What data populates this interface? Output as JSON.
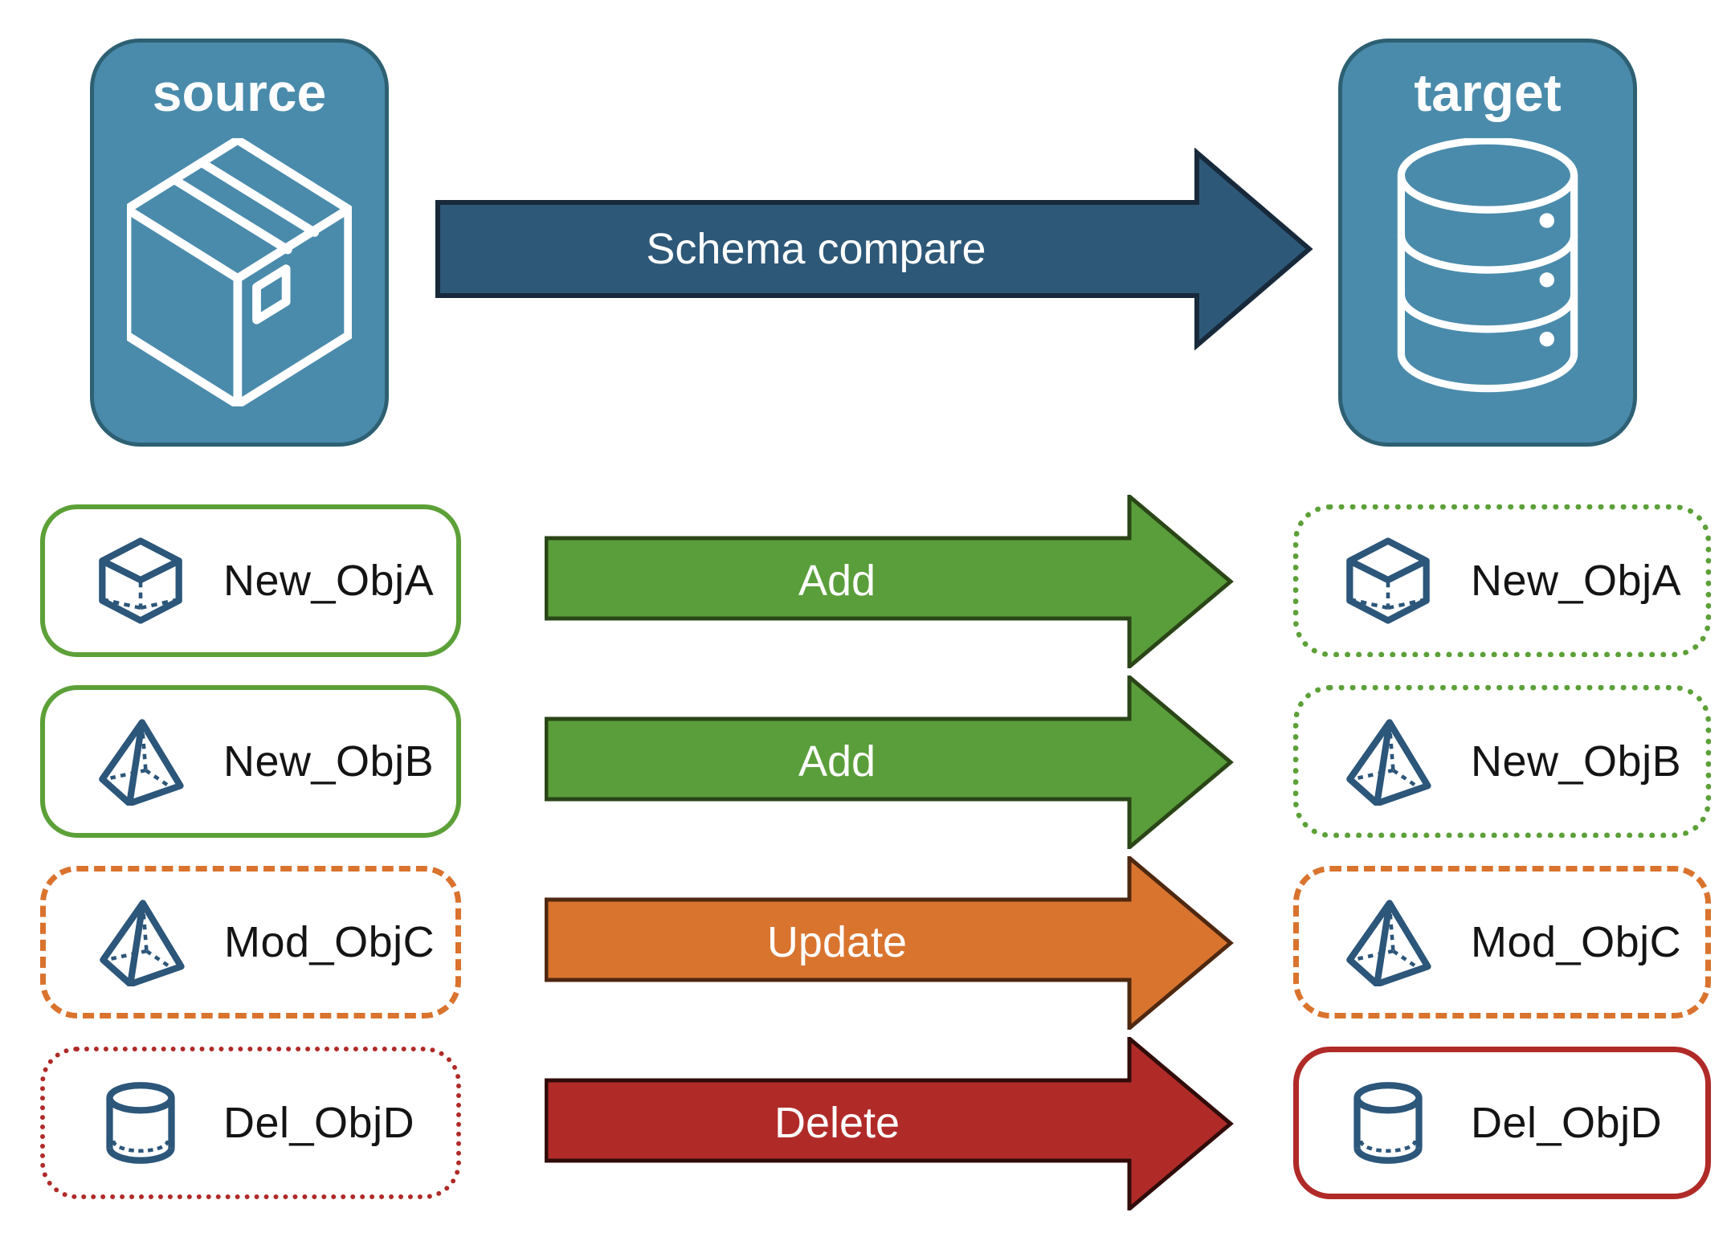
{
  "source": {
    "label": "source"
  },
  "target": {
    "label": "target"
  },
  "compare_arrow": {
    "label": "Schema compare"
  },
  "rows": [
    {
      "object": "New_ObjA",
      "action": "Add",
      "icon": "cube-icon",
      "left_border": "green-solid",
      "right_border": "green-dotted"
    },
    {
      "object": "New_ObjB",
      "action": "Add",
      "icon": "pyramid-icon",
      "left_border": "green-solid",
      "right_border": "green-dotted"
    },
    {
      "object": "Mod_ObjC",
      "action": "Update",
      "icon": "pyramid-icon",
      "left_border": "orange-dashed",
      "right_border": "orange-dashed"
    },
    {
      "object": "Del_ObjD",
      "action": "Delete",
      "icon": "cylinder-icon",
      "left_border": "red-dotted",
      "right_border": "red-solid"
    }
  ],
  "colors": {
    "panel_fill": "#4A8BAC",
    "panel_border": "#2E6073",
    "compare_arrow_fill": "#2E5878",
    "compare_arrow_border": "#17293A",
    "add_arrow_fill": "#599E3A",
    "update_arrow_fill": "#D9742F",
    "delete_arrow_fill": "#B02B28",
    "green_border": "#5CA038",
    "orange_border": "#D9732E",
    "red_border": "#B02A28",
    "object_icon_stroke": "#2C567A",
    "panel_icon_stroke": "#FFFFFF"
  }
}
